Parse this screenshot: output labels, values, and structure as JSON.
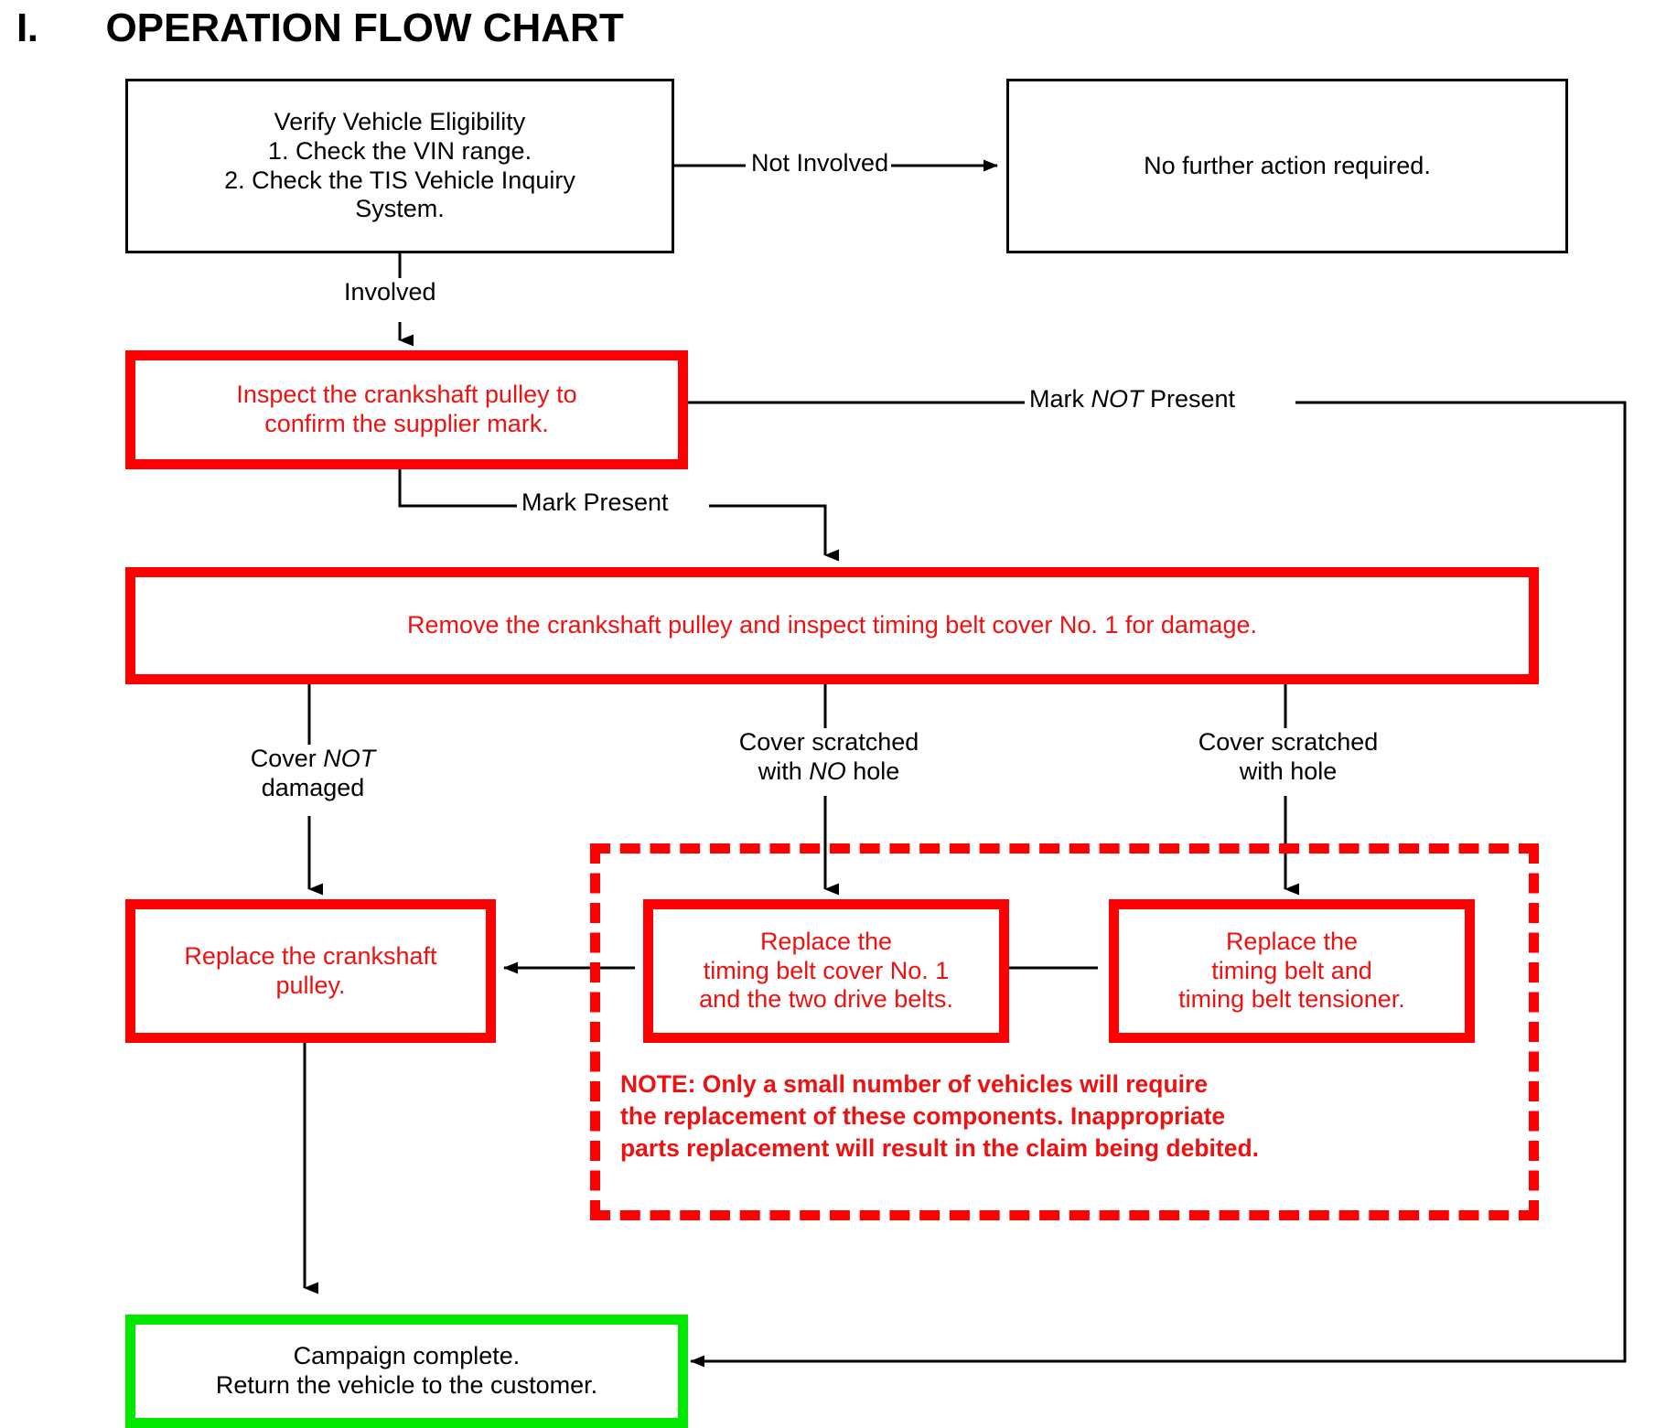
{
  "document": {
    "section_number": "I.",
    "section_title": "OPERATION FLOW CHART"
  },
  "colors": {
    "red": "#ff0000",
    "red_text": "#ee1111",
    "green": "#00e800",
    "black": "#000000",
    "background": "#ffffff"
  },
  "chart_data": {
    "type": "flowchart",
    "title": "OPERATION FLOW CHART",
    "nodes": [
      {
        "id": "verify",
        "style": "black-outline",
        "lines": [
          "Verify Vehicle Eligibility",
          "1. Check the VIN range.",
          "2. Check the TIS Vehicle Inquiry",
          "System."
        ]
      },
      {
        "id": "no-action",
        "style": "black-outline",
        "lines": [
          "No further action required."
        ]
      },
      {
        "id": "inspect-pulley",
        "style": "red-outline",
        "lines": [
          "Inspect the crankshaft pulley to",
          "confirm the supplier mark."
        ]
      },
      {
        "id": "remove-pulley",
        "style": "red-outline",
        "lines": [
          "Remove the crankshaft pulley and inspect timing belt cover No. 1 for damage."
        ]
      },
      {
        "id": "replace-pulley",
        "style": "red-outline",
        "lines": [
          "Replace the crankshaft",
          "pulley."
        ]
      },
      {
        "id": "replace-cover",
        "style": "red-outline",
        "lines": [
          "Replace the",
          "timing belt cover No. 1",
          "and the two drive belts."
        ]
      },
      {
        "id": "replace-belt",
        "style": "red-outline",
        "lines": [
          "Replace the",
          "timing belt and",
          "timing belt tensioner."
        ]
      },
      {
        "id": "complete",
        "style": "green-outline",
        "lines": [
          "Campaign complete.",
          "Return the vehicle to the customer."
        ]
      }
    ],
    "edges": [
      {
        "from": "verify",
        "to": "no-action",
        "label": "Not Involved"
      },
      {
        "from": "verify",
        "to": "inspect-pulley",
        "label": "Involved"
      },
      {
        "from": "inspect-pulley",
        "to": "complete",
        "label": "Mark NOT Present",
        "label_italic_word": "NOT"
      },
      {
        "from": "inspect-pulley",
        "to": "remove-pulley",
        "label": "Mark Present"
      },
      {
        "from": "remove-pulley",
        "to": "replace-pulley",
        "label": "Cover NOT damaged",
        "label_italic_word": "NOT"
      },
      {
        "from": "remove-pulley",
        "to": "replace-cover",
        "label": "Cover scratched with NO hole",
        "label_italic_word": "NO"
      },
      {
        "from": "remove-pulley",
        "to": "replace-belt",
        "label": "Cover scratched with hole"
      },
      {
        "from": "replace-cover",
        "to": "replace-pulley",
        "label": ""
      },
      {
        "from": "replace-belt",
        "to": "replace-cover",
        "label": ""
      },
      {
        "from": "replace-pulley",
        "to": "complete",
        "label": ""
      }
    ],
    "note": {
      "style": "red-dashed-region",
      "lines": [
        "NOTE: Only a small number of vehicles will require",
        "the replacement of these components. Inappropriate",
        "parts replacement will result in the claim being debited."
      ]
    }
  },
  "nodes": {
    "verify": {
      "l1": "Verify Vehicle Eligibility",
      "l2": "1. Check the VIN range.",
      "l3": "2. Check the TIS Vehicle Inquiry",
      "l4": "System."
    },
    "no_action": {
      "l1": "No further action required."
    },
    "inspect_pulley": {
      "l1": "Inspect the crankshaft pulley to",
      "l2": "confirm the supplier mark."
    },
    "remove_pulley": {
      "l1": "Remove the crankshaft pulley and inspect timing belt cover No. 1 for damage."
    },
    "replace_pulley": {
      "l1": "Replace the crankshaft",
      "l2": "pulley."
    },
    "replace_cover": {
      "l1": "Replace the",
      "l2": "timing belt cover No. 1",
      "l3": "and the two drive belts."
    },
    "replace_belt": {
      "l1": "Replace the",
      "l2": "timing belt and",
      "l3": "timing belt tensioner."
    },
    "complete": {
      "l1": "Campaign complete.",
      "l2": "Return the vehicle to the customer."
    }
  },
  "labels": {
    "not_involved": "Not Involved",
    "involved": "Involved",
    "mark_not_present_a": "Mark ",
    "mark_not_present_b": "NOT",
    "mark_not_present_c": " Present",
    "mark_present": "Mark Present",
    "cover_not_damaged_a": "Cover ",
    "cover_not_damaged_b": "NOT",
    "cover_not_damaged_c": "damaged",
    "cover_scratched_no_hole_a": "Cover scratched",
    "cover_scratched_no_hole_b": "with ",
    "cover_scratched_no_hole_c": "NO",
    "cover_scratched_no_hole_d": " hole",
    "cover_scratched_hole_a": "Cover scratched",
    "cover_scratched_hole_b": "with hole"
  },
  "note": {
    "l1": "NOTE: Only a small number of vehicles will require",
    "l2": "the replacement of these components. Inappropriate",
    "l3": "parts replacement will result in the claim being debited."
  }
}
